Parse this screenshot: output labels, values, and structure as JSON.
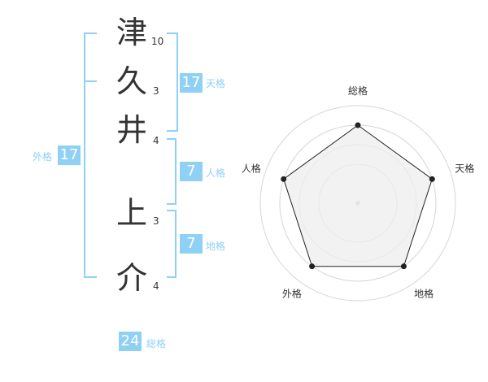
{
  "name": {
    "chars": [
      {
        "char": "津",
        "strokes": 10
      },
      {
        "char": "久",
        "strokes": 3
      },
      {
        "char": "井",
        "strokes": 4
      },
      {
        "char": "上",
        "strokes": 3
      },
      {
        "char": "介",
        "strokes": 4
      }
    ]
  },
  "grades": {
    "tenkaku": {
      "value": 17,
      "label": "天格"
    },
    "jinkaku": {
      "value": 7,
      "label": "人格"
    },
    "chikaku": {
      "value": 7,
      "label": "地格"
    },
    "gaikaku": {
      "value": 17,
      "label": "外格"
    },
    "soukaku": {
      "value": 24,
      "label": "総格"
    }
  },
  "colors": {
    "accent": "#8fd0f5",
    "text": "#333333",
    "ring": "#d6d6d6",
    "fill": "#eeeeee"
  },
  "chart_data": {
    "type": "radar",
    "axes": [
      "総格",
      "天格",
      "地格",
      "外格",
      "人格"
    ],
    "values": [
      0.8,
      0.8,
      0.8,
      0.8,
      0.8
    ],
    "ring_count": 4,
    "scale": [
      0,
      1
    ]
  }
}
